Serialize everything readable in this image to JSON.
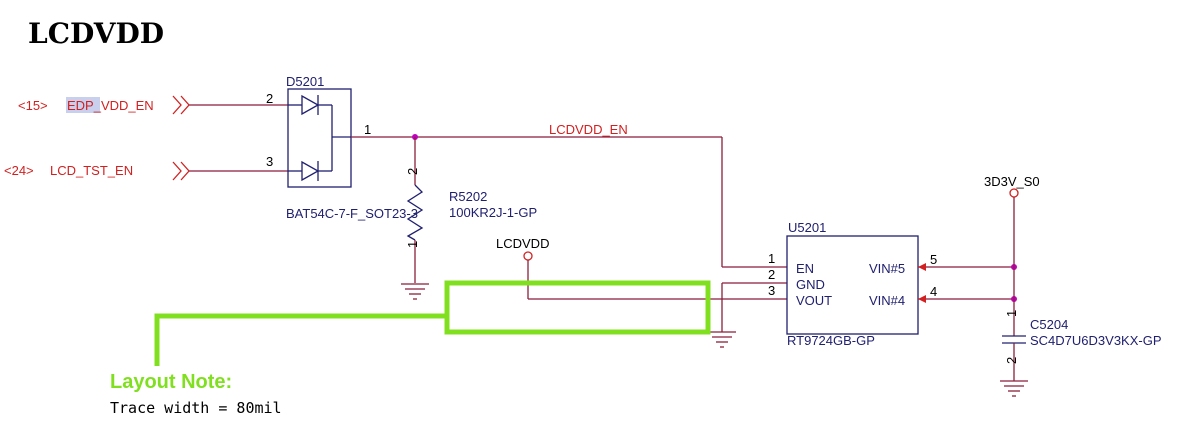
{
  "title": "LCDVDD",
  "offpage": {
    "edp_ref": "<15>",
    "edp_net": "EDP_VDD_EN",
    "lcd_ref": "<24>",
    "lcd_net": "LCD_TST_EN"
  },
  "d5201": {
    "ref": "D5201",
    "part": "BAT54C-7-F_SOT23-3",
    "pin_a1": "2",
    "pin_a2": "3",
    "pin_k": "1"
  },
  "net_lcdvdd_en": "LCDVDD_EN",
  "r5202": {
    "ref": "R5202",
    "value": "100KR2J-1-GP",
    "pin_top": "2",
    "pin_bottom": "1"
  },
  "lcdvdd_testpoint": "LCDVDD",
  "u5201": {
    "ref": "U5201",
    "part": "RT9724GB-GP",
    "pins": [
      {
        "num": "1",
        "name": "EN"
      },
      {
        "num": "2",
        "name": "GND"
      },
      {
        "num": "3",
        "name": "VOUT"
      },
      {
        "num": "5",
        "name": "VIN#5"
      },
      {
        "num": "4",
        "name": "VIN#4"
      }
    ]
  },
  "power_rail": "3D3V_S0",
  "c5204": {
    "ref": "C5204",
    "value": "SC4D7U6D3V3KX-GP",
    "pin_top": "1",
    "pin_bottom": "2"
  },
  "layout_note": {
    "heading": "Layout Note:",
    "text": "Trace width = 80mil"
  },
  "colors": {
    "net_label": "#d22020",
    "component": "#202070",
    "wire": "#8a1f3a",
    "annotation": "#80e020"
  }
}
